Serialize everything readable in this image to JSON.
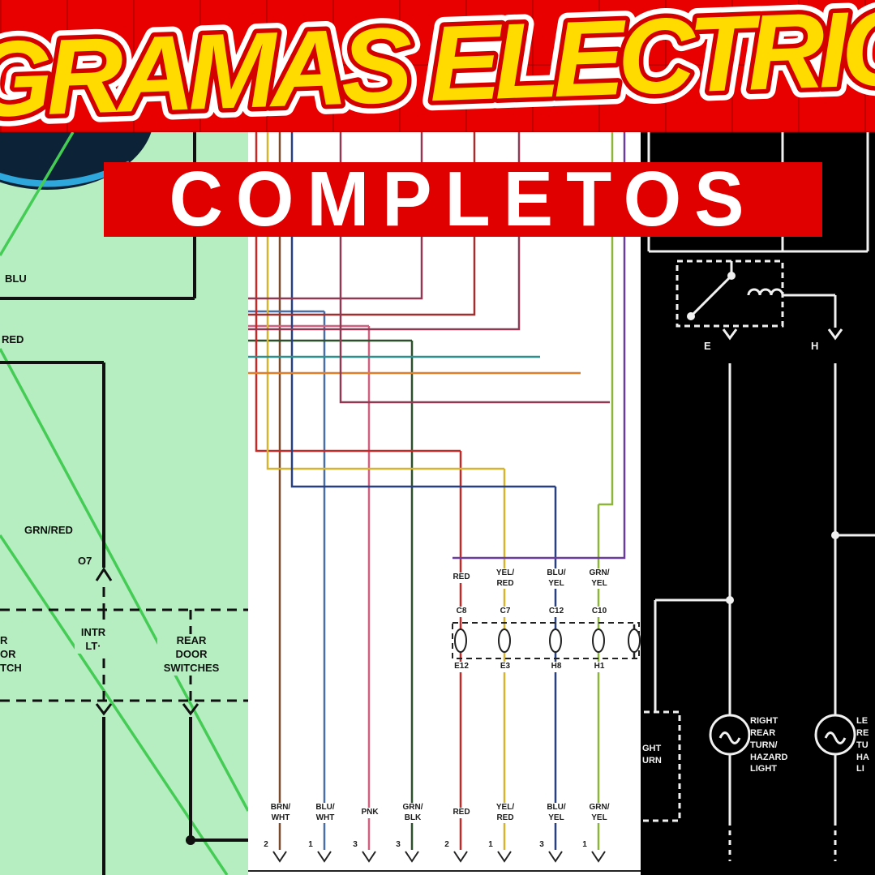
{
  "banner": {
    "title": "GRAMAS ELECTRIC",
    "subtitle": "COMPLETOS"
  },
  "colors": {
    "banner_red": "#e80000",
    "subtitle_red": "#e00000",
    "title_fill": "#ffdb00",
    "title_inner_outline": "#d40000",
    "title_outer_outline": "#ffffff",
    "left_panel_bg": "#b6eec2",
    "middle_panel_bg": "#ffffff",
    "right_panel_bg": "#000000",
    "left_wire": "#101010",
    "right_wire": "#f0f0f0",
    "diagonal_green": "#44cc55"
  },
  "panels": {
    "left": {
      "labels": {
        "blu": "BLU",
        "red": "RED",
        "grn_red": "GRN/RED",
        "o7": "O7",
        "intr_lt": "INTR\nLT·",
        "rear_door": "REAR\nDOOR\nSWITCHES",
        "edge_cut": "R\nOR\nTCH"
      }
    },
    "middle": {
      "top_labels": [
        "RED",
        "YEL/\nRED",
        "BLU/\nYEL",
        "GRN/\nYEL"
      ],
      "connector_top": [
        "C8",
        "C7",
        "C12",
        "C10"
      ],
      "connector_bottom": [
        "E12",
        "E3",
        "H8",
        "H1"
      ],
      "bottom_labels": [
        "BRN/\nWHT",
        "BLU/\nWHT",
        "PNK",
        "GRN/\nBLK",
        "RED",
        "YEL/\nRED",
        "BLU/\nYEL",
        "GRN/\nYEL"
      ],
      "pin_numbers": [
        "2",
        "1",
        "3",
        "3",
        "2",
        "1",
        "3",
        "1"
      ]
    },
    "right": {
      "pin_e": "E",
      "pin_h": "H",
      "lamp_right": "RIGHT\nREAR\nTURN/\nHAZARD\nLIGHT",
      "lamp_left_cut": "LE\nRE\nTU\nHA\nLI",
      "box_cut": "GHT\nURN"
    }
  }
}
